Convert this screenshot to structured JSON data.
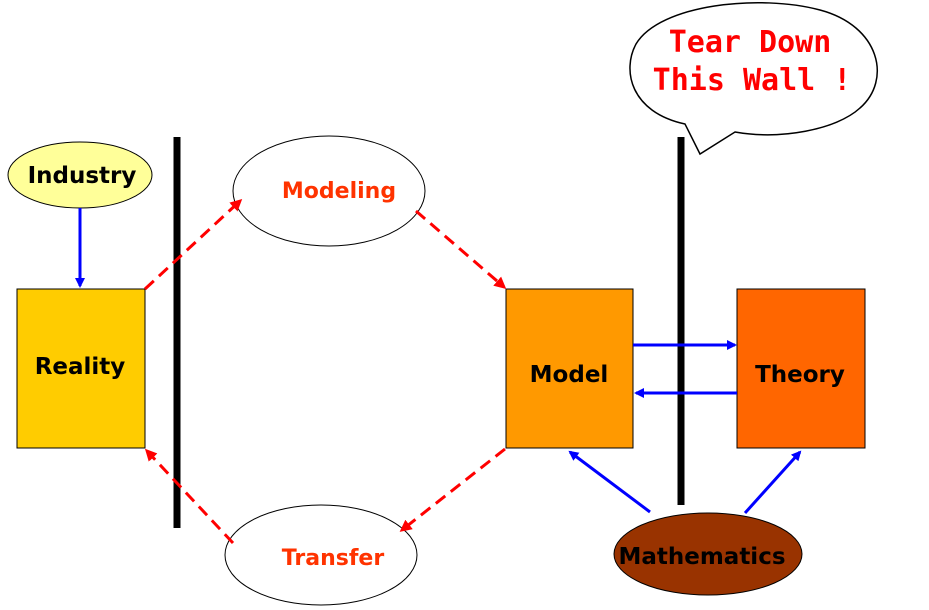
{
  "nodes": {
    "industry": {
      "label": "Industry",
      "fill": "#FFFF99",
      "text_color": "#000000"
    },
    "reality": {
      "label": "Reality",
      "fill": "#FFCC00",
      "text_color": "#000000"
    },
    "modeling": {
      "label": "Modeling",
      "fill": "#FFFFFF",
      "text_color": "#FF3300"
    },
    "transfer": {
      "label": "Transfer",
      "fill": "#FFFFFF",
      "text_color": "#FF3300"
    },
    "model": {
      "label": "Model",
      "fill": "#FF9900",
      "text_color": "#000000"
    },
    "theory": {
      "label": "Theory",
      "fill": "#FF6600",
      "text_color": "#000000"
    },
    "mathematics": {
      "label": "Mathematics",
      "fill": "#993300",
      "text_color": "#000000"
    }
  },
  "callout": {
    "line1": "Tear Down",
    "line2": "This Wall !",
    "text_color": "#FF0000"
  },
  "colors": {
    "blue_arrow": "#0000FF",
    "red_dashed_arrow": "#FF0000",
    "wall": "#000000"
  }
}
